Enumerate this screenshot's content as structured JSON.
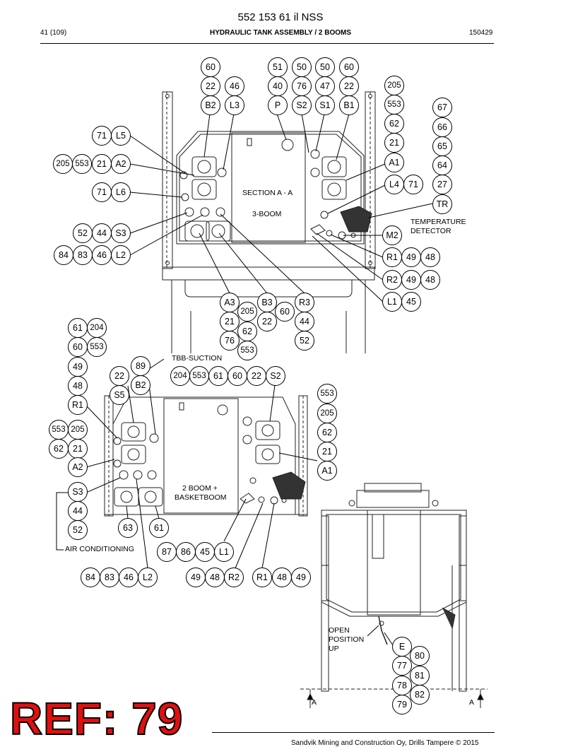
{
  "header": {
    "doc_title": "552 153 61 il NSS",
    "page": "41 (109)",
    "title": "HYDRAULIC TANK ASSEMBLY / 2 BOOMS",
    "date_code": "150429"
  },
  "top_view": {
    "section_label_1": "SECTION A - A",
    "section_label_2": "3-BOOM",
    "temperature_label_1": "TEMPERATURE",
    "temperature_label_2": "DETECTOR",
    "callouts": [
      "60",
      "22",
      "B2",
      "46",
      "L3",
      "51",
      "40",
      "P",
      "50",
      "76",
      "S2",
      "50",
      "47",
      "S1",
      "60",
      "22",
      "B1",
      "205",
      "553",
      "62",
      "21",
      "A1",
      "L4",
      "71",
      "67",
      "66",
      "65",
      "64",
      "27",
      "TR",
      "71",
      "L5",
      "205",
      "553",
      "21",
      "A2",
      "71",
      "L6",
      "52",
      "44",
      "S3",
      "84",
      "83",
      "46",
      "L2",
      "M2",
      "R1",
      "49",
      "48",
      "R2",
      "49",
      "48",
      "L1",
      "45",
      "A3",
      "205",
      "21",
      "62",
      "76",
      "553",
      "B3",
      "60",
      "22",
      "R3",
      "44",
      "52"
    ]
  },
  "bottom_view": {
    "tbb_label": "TBB-SUCTION",
    "view_label_1": "2 BOOM +",
    "view_label_2": "BASKETBOOM",
    "ac_label": "AIR CONDITIONING",
    "callouts": [
      "61",
      "204",
      "60",
      "553",
      "49",
      "48",
      "R1",
      "553",
      "205",
      "62",
      "21",
      "A2",
      "S3",
      "44",
      "52",
      "22",
      "S5",
      "89",
      "B2",
      "204",
      "553",
      "61",
      "60",
      "22",
      "S2",
      "553",
      "205",
      "62",
      "21",
      "A1",
      "63",
      "61",
      "87",
      "86",
      "45",
      "L1",
      "84",
      "83",
      "46",
      "L2",
      "49",
      "48",
      "R2",
      "R1",
      "48",
      "49"
    ]
  },
  "side_view": {
    "open_label_1": "OPEN",
    "open_label_2": "POSITION",
    "open_label_3": "UP",
    "section_mark_left": "A",
    "section_mark_right": "A",
    "callouts": [
      "E",
      "80",
      "77",
      "81",
      "78",
      "82",
      "79"
    ]
  },
  "stamp": {
    "text": "REF: 79"
  },
  "footer": {
    "text": "Sandvik Mining and Construction Oy, Drills Tampere © 2015"
  }
}
